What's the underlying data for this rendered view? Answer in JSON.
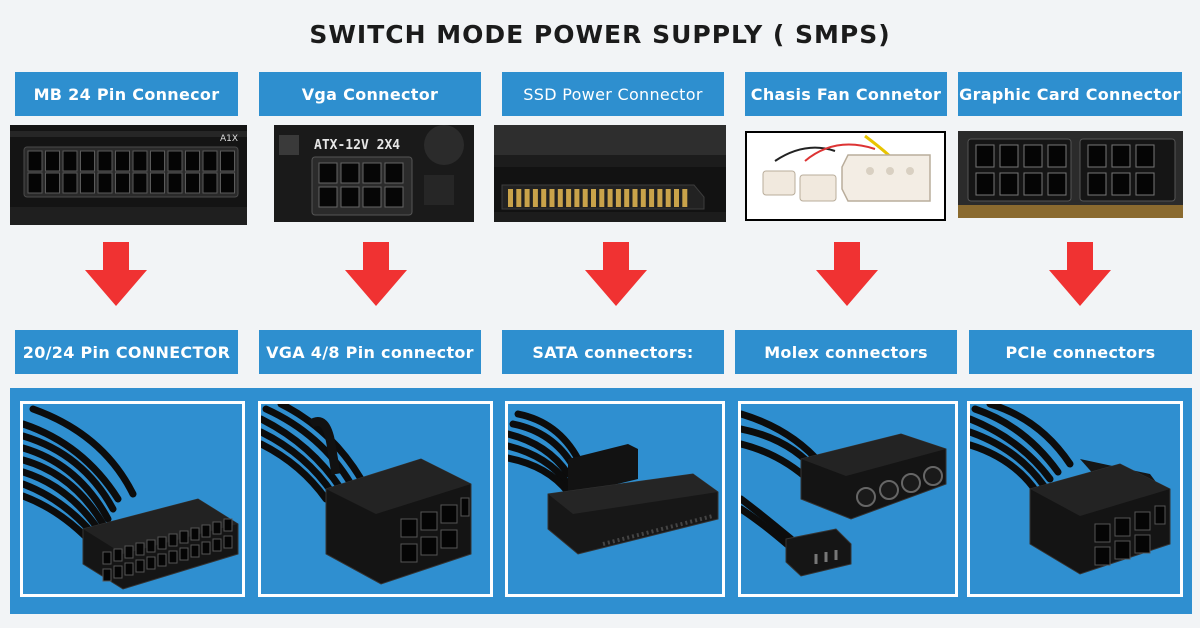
{
  "title": "SWITCH MODE POWER SUPPLY ( SMPS)",
  "board_labels": [
    "MB 24 Pin Connecor",
    "Vga Connector",
    "SSD Power Connector",
    "Chasis Fan Connetor",
    "Graphic Card Connector"
  ],
  "cable_labels": [
    "20/24 Pin CONNECTOR",
    "VGA 4/8 Pin connector",
    "SATA connectors:",
    "Molex connectors",
    "PCIe connectors"
  ],
  "photo_texts": {
    "mb24": "A1X",
    "vga": "ATX-12V 2X4"
  },
  "colors": {
    "label_bg": "#2e8fcf",
    "band_bg": "#2f8fd0",
    "arrow": "#f03232",
    "title": "#1b1b1b"
  }
}
